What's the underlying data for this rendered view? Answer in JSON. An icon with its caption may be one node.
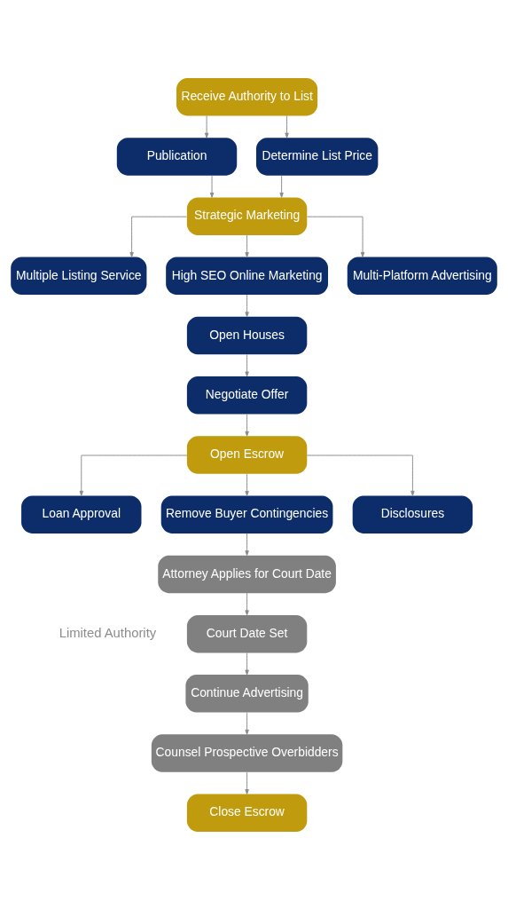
{
  "diagram": {
    "nodes": [
      {
        "text": [
          "Receive Authority to List"
        ]
      },
      {
        "text": [
          "Publication"
        ]
      },
      {
        "text": [
          "Determine List Price"
        ]
      },
      {
        "text": [
          "Strategic Marketing"
        ]
      },
      {
        "text": [
          "Multiple Listing Service"
        ]
      },
      {
        "text": [
          "High SEO Online Marketing"
        ]
      },
      {
        "text": [
          "Multi-Platform Advertising"
        ]
      },
      {
        "text": [
          "Open Houses"
        ]
      },
      {
        "text": [
          "Negotiate Offer"
        ]
      },
      {
        "text": [
          "Open Escrow"
        ]
      },
      {
        "text": [
          "Loan Approval"
        ]
      },
      {
        "text": [
          "Remove Buyer Contingencies"
        ]
      },
      {
        "text": [
          "Disclosures"
        ]
      },
      {
        "text": [
          "Attorney Applies for Court Date"
        ]
      },
      {
        "text": [
          "Court Date Set"
        ]
      },
      {
        "text": [
          "Continue Advertising"
        ]
      },
      {
        "text": [
          "Counsel Prospective Overbidders"
        ]
      },
      {
        "text": [
          "Close Escrow"
        ]
      }
    ],
    "edges": [
      {
        "from": 0,
        "to": 1,
        "arrow": "to"
      },
      {
        "from": 0,
        "to": 2,
        "arrow": "to"
      },
      {
        "from": 1,
        "to": 3,
        "arrow": "to"
      },
      {
        "from": 2,
        "to": 3,
        "arrow": "to"
      },
      {
        "from": 3,
        "to": 4,
        "arrow": "to"
      },
      {
        "from": 3,
        "to": 5,
        "arrow": "to"
      },
      {
        "from": 3,
        "to": 6,
        "arrow": "to"
      },
      {
        "from": 5,
        "to": 7,
        "arrow": "to"
      },
      {
        "from": 7,
        "to": 8,
        "arrow": "to"
      },
      {
        "from": 8,
        "to": 9,
        "arrow": "to"
      },
      {
        "from": 9,
        "to": 10,
        "arrow": "to"
      },
      {
        "from": 9,
        "to": 11,
        "arrow": "to"
      },
      {
        "from": 9,
        "to": 12,
        "arrow": "to"
      },
      {
        "from": 11,
        "to": 13,
        "arrow": "to"
      },
      {
        "from": 13,
        "to": 14,
        "arrow": "to"
      },
      {
        "from": 14,
        "to": 15,
        "arrow": "to"
      },
      {
        "from": 15,
        "to": 16,
        "arrow": "to"
      },
      {
        "from": 16,
        "to": 17,
        "arrow": "to"
      }
    ],
    "labels": [
      "Limited Authority"
    ]
  }
}
